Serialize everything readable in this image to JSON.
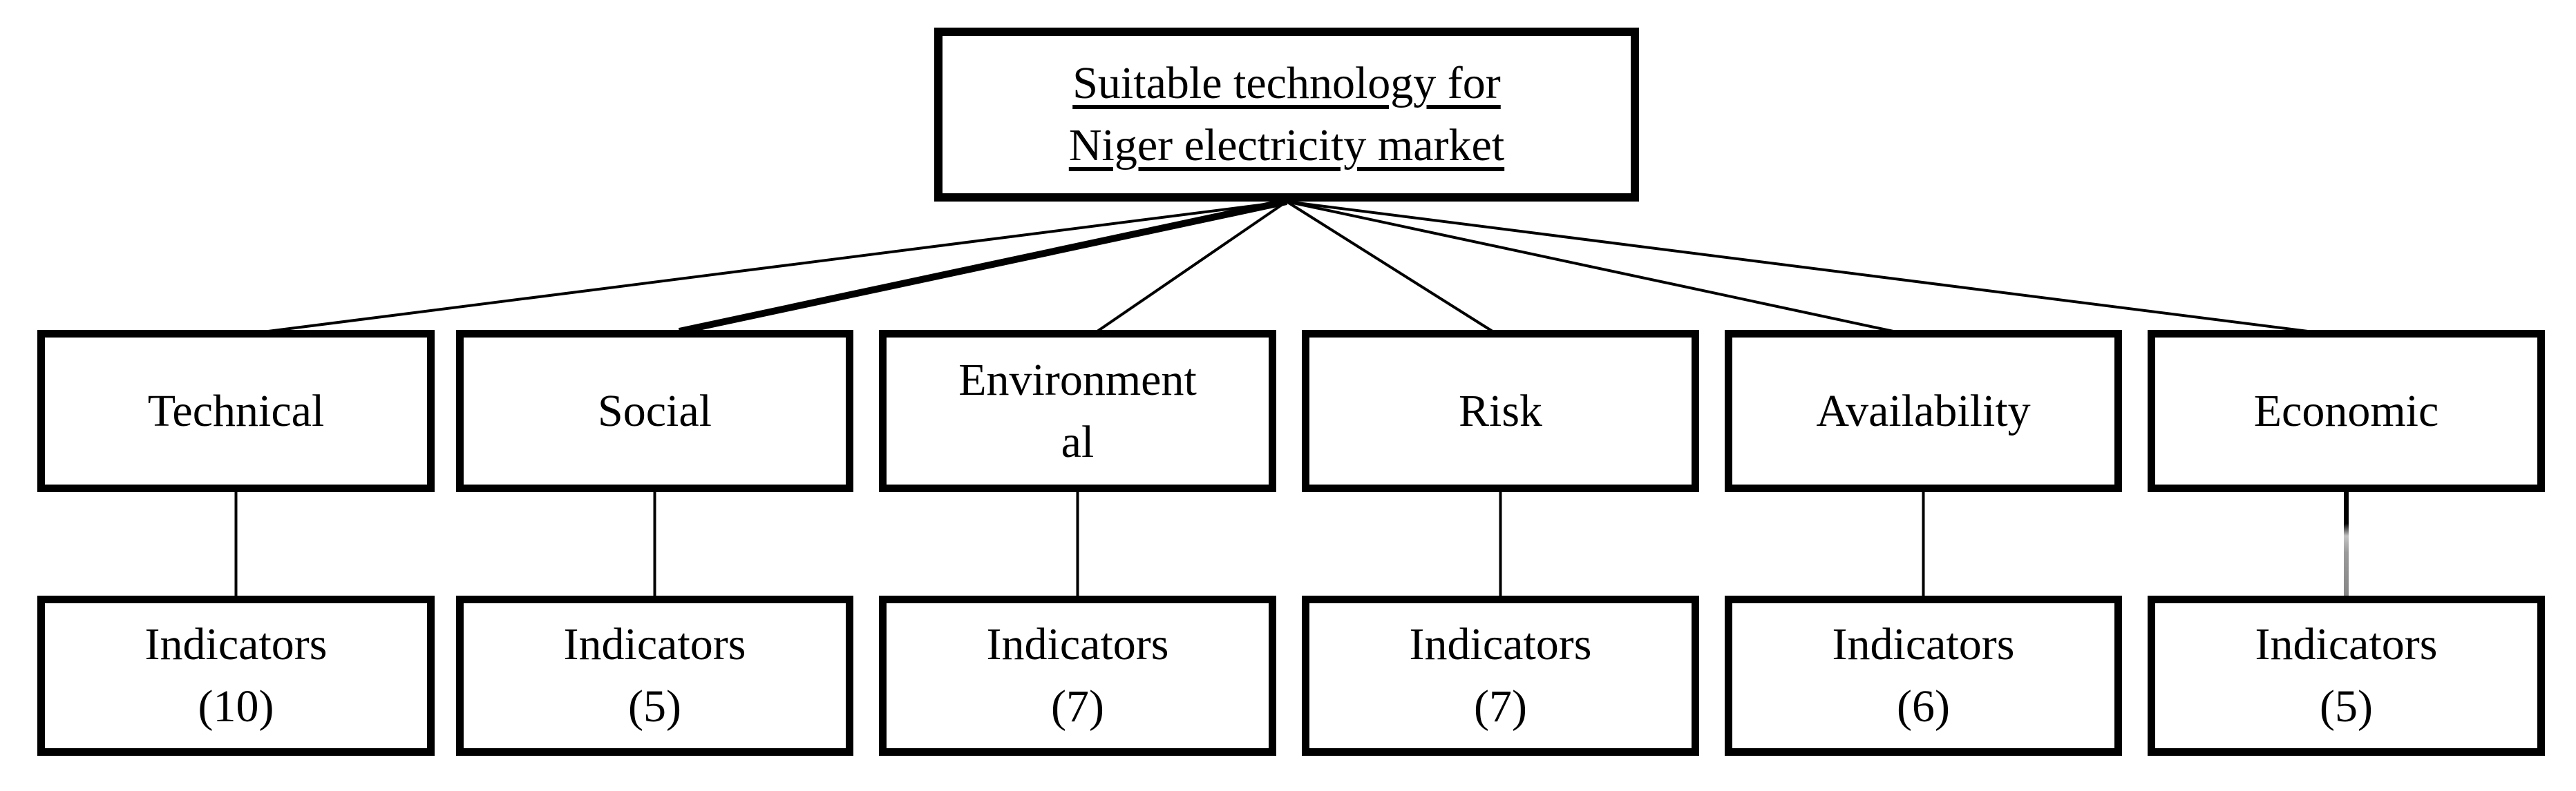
{
  "root_box": {
    "title": "Suitable technology for\nNiger electricity market"
  },
  "criteria": [
    {
      "label": "Technical",
      "indicators": {
        "label": "Indicators",
        "count": "(10)"
      }
    },
    {
      "label": "Social",
      "indicators": {
        "label": "Indicators",
        "count": "(5)"
      }
    },
    {
      "label": "Environment\nal",
      "indicators": {
        "label": "Indicators",
        "count": "(7)"
      }
    },
    {
      "label": "Risk",
      "indicators": {
        "label": "Indicators",
        "count": "(7)"
      }
    },
    {
      "label": "Availability",
      "indicators": {
        "label": "Indicators",
        "count": "(6)"
      }
    },
    {
      "label": "Economic",
      "indicators": {
        "label": "Indicators",
        "count": "(5)"
      }
    }
  ],
  "colors": {
    "background": "#ffffff",
    "border": "#000000",
    "text": "#000000",
    "connector": "#000000",
    "economic_connector_fade_end": "#8a8a8a"
  }
}
